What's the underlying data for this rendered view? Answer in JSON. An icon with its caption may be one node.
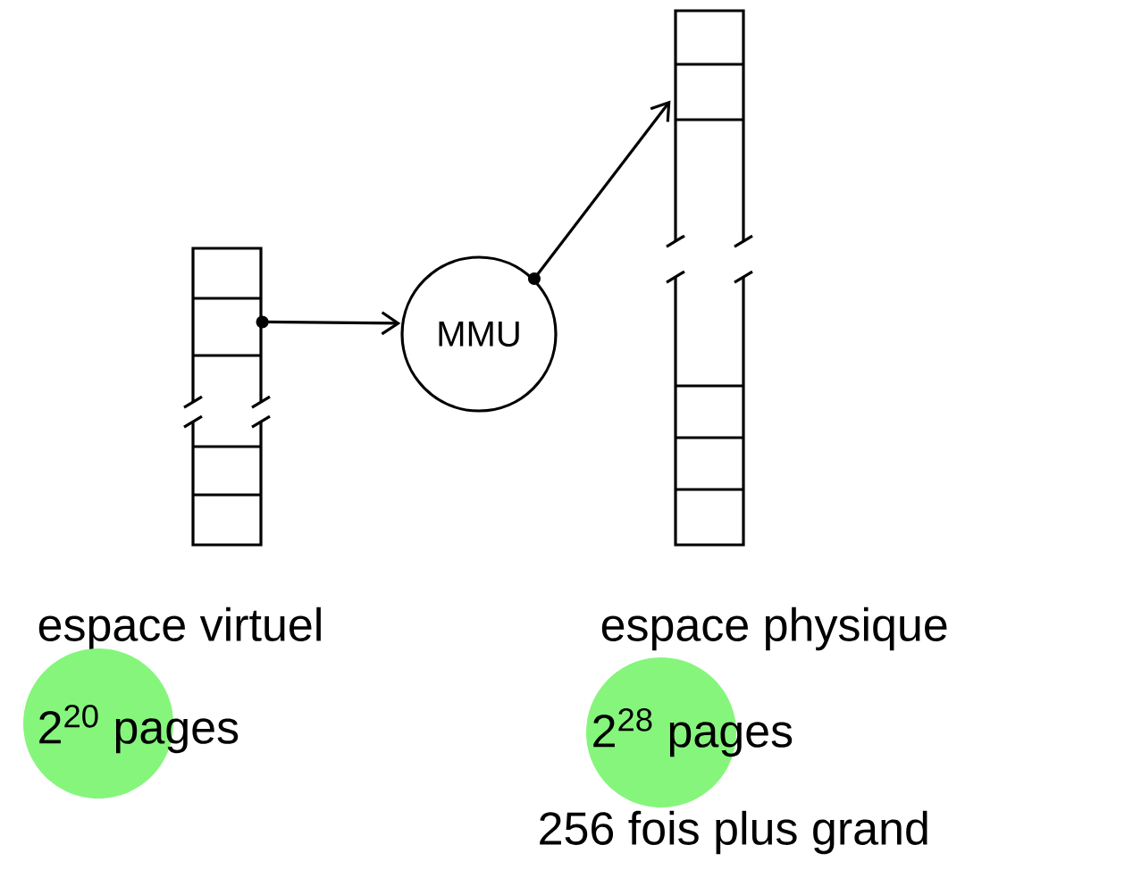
{
  "diagram": {
    "nodes": [
      {
        "text": [],
        "shape": "box",
        "beside": [
          "espace virtuel",
          "2$^{20}$ pages"
        ]
      },
      {
        "text": [
          "MMU"
        ]
      },
      {
        "text": [],
        "shape": "box",
        "beside": [
          "espace physique",
          "2$^{28}$ pages",
          "256 fois plus grand"
        ]
      }
    ],
    "edges": [
      {
        "from": 0,
        "to": 1,
        "arrow": "to"
      },
      {
        "from": 1,
        "to": 2,
        "arrow": "to"
      }
    ]
  }
}
